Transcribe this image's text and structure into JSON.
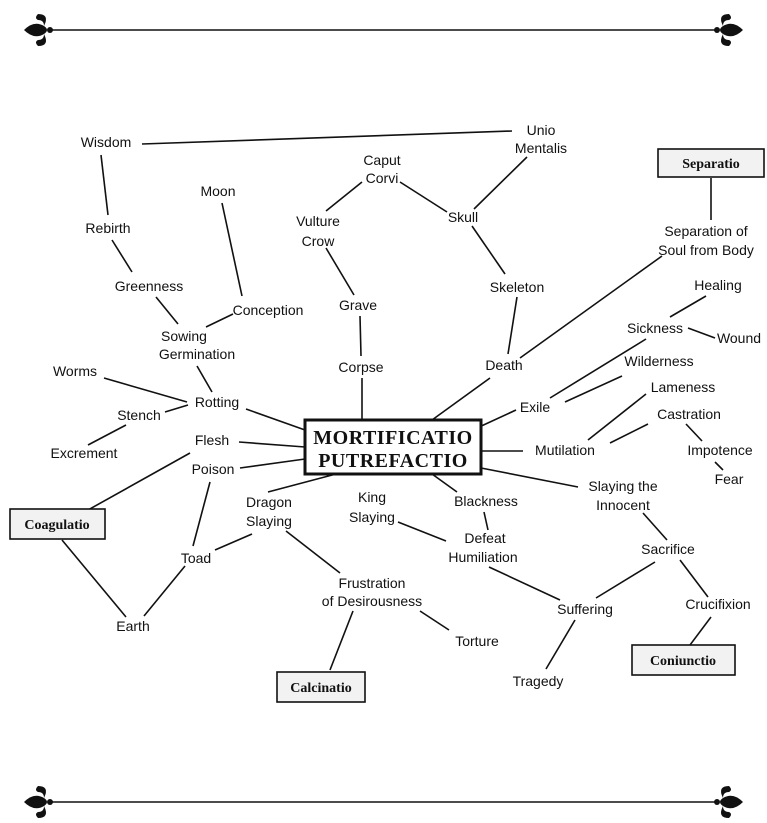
{
  "center": {
    "line1": "MORTIFICATIO",
    "line2": "PUTREFACTIO"
  },
  "boxes": {
    "separatio": "Separatio",
    "coagulatio": "Coagulatio",
    "calcinatio": "Calcinatio",
    "coniunctio": "Coniunctio"
  },
  "nodes": {
    "wisdom": "Wisdom",
    "unio_1": "Unio",
    "unio_2": "Mentalis",
    "caput_1": "Caput",
    "caput_2": "Corvi",
    "skull": "Skull",
    "moon": "Moon",
    "vulture_1": "Vulture",
    "vulture_2": "Crow",
    "rebirth": "Rebirth",
    "separation_1": "Separation of",
    "separation_2": "Soul from Body",
    "greenness": "Greenness",
    "healing": "Healing",
    "skeleton": "Skeleton",
    "grave": "Grave",
    "conception": "Conception",
    "sowing_1": "Sowing",
    "sowing_2": "Germination",
    "sickness": "Sickness",
    "wound": "Wound",
    "corpse": "Corpse",
    "death": "Death",
    "wilderness": "Wilderness",
    "worms": "Worms",
    "rotting": "Rotting",
    "lameness": "Lameness",
    "stench": "Stench",
    "exile": "Exile",
    "castration": "Castration",
    "flesh": "Flesh",
    "mutilation": "Mutilation",
    "excrement": "Excrement",
    "impotence": "Impotence",
    "poison": "Poison",
    "fear": "Fear",
    "dragon_1": "Dragon",
    "dragon_2": "Slaying",
    "king_1": "King",
    "king_2": "Slaying",
    "blackness": "Blackness",
    "slaying_innocent_1": "Slaying the",
    "slaying_innocent_2": "Innocent",
    "defeat_1": "Defeat",
    "defeat_2": "Humiliation",
    "sacrifice": "Sacrifice",
    "toad": "Toad",
    "frustration_1": "Frustration",
    "frustration_2": "of Desirousness",
    "suffering": "Suffering",
    "crucifixion": "Crucifixion",
    "earth": "Earth",
    "torture": "Torture",
    "tragedy": "Tragedy"
  }
}
